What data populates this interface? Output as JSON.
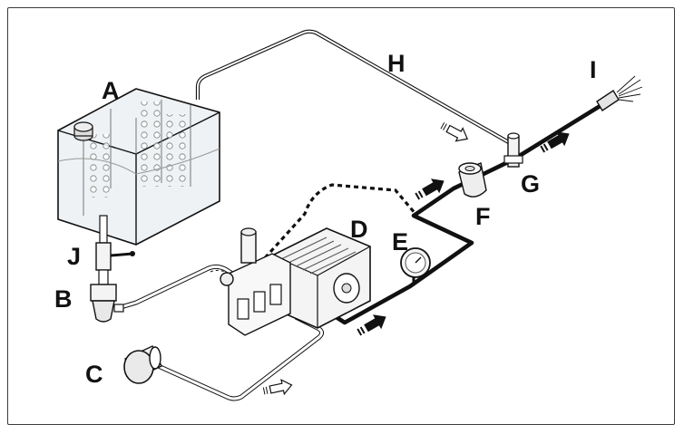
{
  "labels": {
    "A": "A",
    "B": "B",
    "C": "C",
    "D": "D",
    "E": "E",
    "F": "F",
    "G": "G",
    "H": "H",
    "I": "I",
    "J": "J"
  },
  "colors": {
    "line": "#111111",
    "pipe_fill": "#ffffff",
    "tank_fill": "#eef2f4",
    "component_fill": "#f4f4f4"
  },
  "icons": [
    "tank",
    "strainer",
    "filter",
    "pump",
    "pressure-gauge",
    "valve",
    "nozzle",
    "flow-arrow"
  ]
}
